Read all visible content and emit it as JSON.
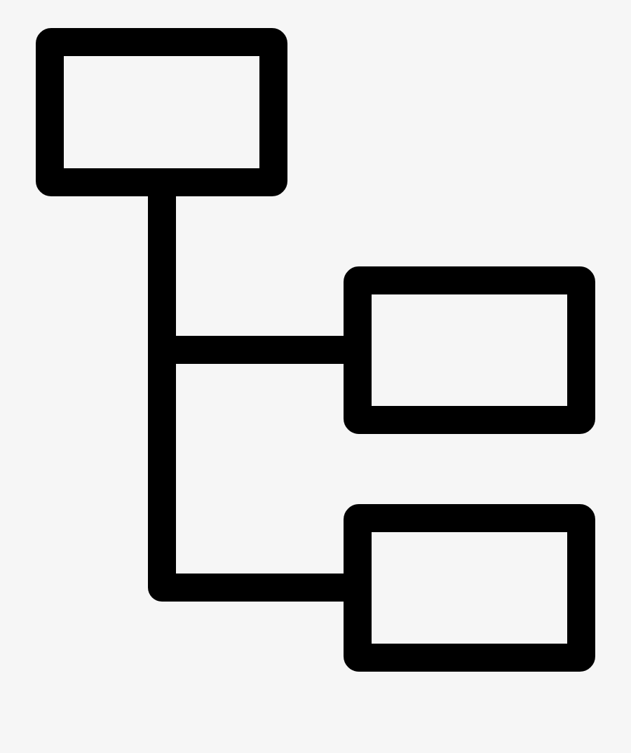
{
  "icon": {
    "name": "hierarchy-tree-icon",
    "stroke_color": "#000000",
    "background_color": "#f6f6f6"
  },
  "nodes": [
    {
      "role": "root"
    },
    {
      "role": "child"
    },
    {
      "role": "child"
    }
  ]
}
